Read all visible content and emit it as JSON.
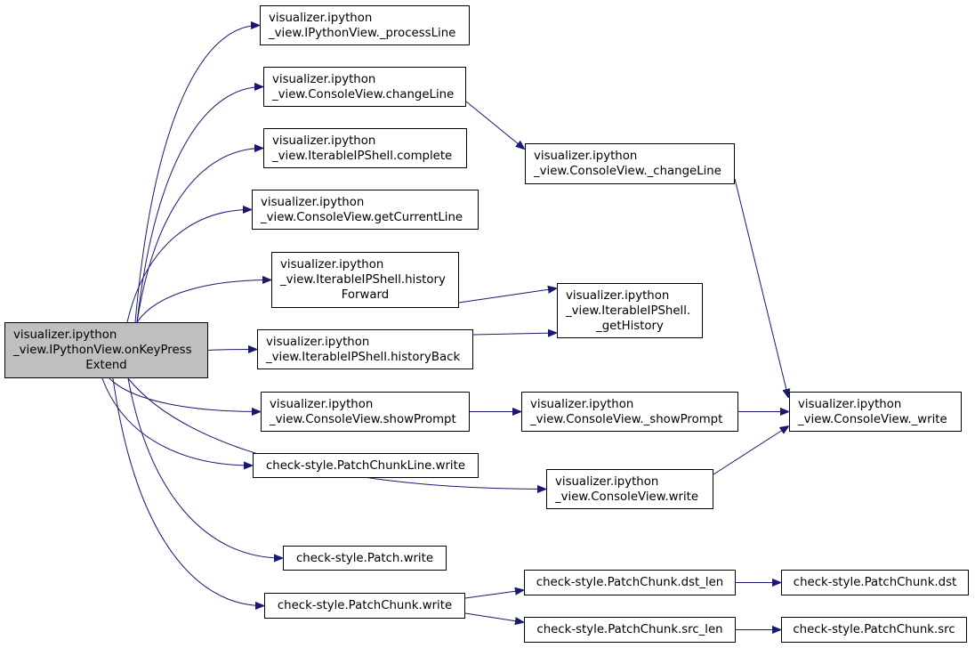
{
  "colors": {
    "edge": "#191970",
    "root_fill": "#bfbfbf",
    "node_fill": "#ffffff",
    "border": "#000000"
  },
  "nodes": {
    "root": {
      "lines": [
        "visualizer.ipython",
        "_view.IPythonView.onKeyPress",
        "Extend"
      ]
    },
    "processLine": {
      "lines": [
        "visualizer.ipython",
        "_view.IPythonView._processLine"
      ]
    },
    "changeLine": {
      "lines": [
        "visualizer.ipython",
        "_view.ConsoleView.changeLine"
      ]
    },
    "complete": {
      "lines": [
        "visualizer.ipython",
        "_view.IterableIPShell.complete"
      ]
    },
    "getCurrentLine": {
      "lines": [
        "visualizer.ipython",
        "_view.ConsoleView.getCurrentLine"
      ]
    },
    "historyForward": {
      "lines": [
        "visualizer.ipython",
        "_view.IterableIPShell.history",
        "Forward"
      ]
    },
    "historyBack": {
      "lines": [
        "visualizer.ipython",
        "_view.IterableIPShell.historyBack"
      ]
    },
    "showPrompt": {
      "lines": [
        "visualizer.ipython",
        "_view.ConsoleView.showPrompt"
      ]
    },
    "pclWrite": {
      "lines": [
        "check-style.PatchChunkLine.write"
      ]
    },
    "patchWrite": {
      "lines": [
        "check-style.Patch.write"
      ]
    },
    "pcWrite": {
      "lines": [
        "check-style.PatchChunk.write"
      ]
    },
    "_changeLine": {
      "lines": [
        "visualizer.ipython",
        "_view.ConsoleView._changeLine"
      ]
    },
    "_getHistory": {
      "lines": [
        "visualizer.ipython",
        "_view.IterableIPShell.",
        "_getHistory"
      ]
    },
    "_showPrompt": {
      "lines": [
        "visualizer.ipython",
        "_view.ConsoleView._showPrompt"
      ]
    },
    "cvWrite": {
      "lines": [
        "visualizer.ipython",
        "_view.ConsoleView.write"
      ]
    },
    "dst_len": {
      "lines": [
        "check-style.PatchChunk.dst_len"
      ]
    },
    "src_len": {
      "lines": [
        "check-style.PatchChunk.src_len"
      ]
    },
    "_write": {
      "lines": [
        "visualizer.ipython",
        "_view.ConsoleView._write"
      ]
    },
    "dst": {
      "lines": [
        "check-style.PatchChunk.dst"
      ]
    },
    "src": {
      "lines": [
        "check-style.PatchChunk.src"
      ]
    }
  },
  "edges": [
    [
      "root",
      "processLine"
    ],
    [
      "root",
      "changeLine"
    ],
    [
      "root",
      "complete"
    ],
    [
      "root",
      "getCurrentLine"
    ],
    [
      "root",
      "historyForward"
    ],
    [
      "root",
      "historyBack"
    ],
    [
      "root",
      "showPrompt"
    ],
    [
      "root",
      "pclWrite"
    ],
    [
      "root",
      "cvWrite"
    ],
    [
      "root",
      "patchWrite"
    ],
    [
      "root",
      "pcWrite"
    ],
    [
      "changeLine",
      "_changeLine"
    ],
    [
      "_changeLine",
      "_write"
    ],
    [
      "historyForward",
      "_getHistory"
    ],
    [
      "historyBack",
      "_getHistory"
    ],
    [
      "showPrompt",
      "_showPrompt"
    ],
    [
      "_showPrompt",
      "_write"
    ],
    [
      "cvWrite",
      "_write"
    ],
    [
      "pcWrite",
      "dst_len"
    ],
    [
      "pcWrite",
      "src_len"
    ],
    [
      "dst_len",
      "dst"
    ],
    [
      "src_len",
      "src"
    ]
  ]
}
